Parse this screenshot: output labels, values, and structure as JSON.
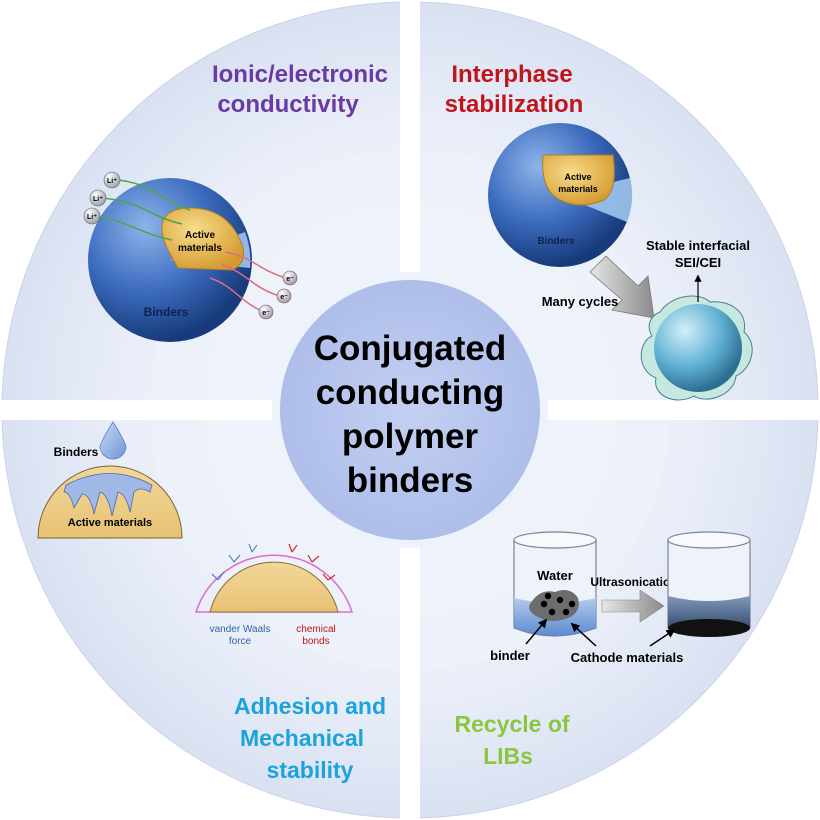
{
  "center": {
    "lines": [
      "Conjugated",
      "conducting",
      "polymer",
      "binders"
    ]
  },
  "q1": {
    "title_lines": [
      "Ionic/electronic",
      "conductivity"
    ],
    "li_labels": [
      "Li⁺",
      "Li⁺",
      "Li⁺"
    ],
    "e_labels": [
      "e⁻",
      "e⁻",
      "e⁻"
    ],
    "active_lines": [
      "Active",
      "materials"
    ],
    "binders": "Binders"
  },
  "q2": {
    "title_lines": [
      "Interphase",
      "stabilization"
    ],
    "active_lines": [
      "Active",
      "materials"
    ],
    "binders": "Binders",
    "many_cycles": "Many cycles",
    "stable_lines": [
      "Stable interfacial",
      "SEI/CEI"
    ]
  },
  "q3": {
    "binders": "Binders",
    "active_materials": "Active materials",
    "vdw_lines": [
      "vander Waals",
      "force"
    ],
    "chem_lines": [
      "chemical",
      "bonds"
    ],
    "title_lines": [
      "Adhesion and",
      "Mechanical",
      "stability"
    ]
  },
  "q4": {
    "water": "Water",
    "ultrasonication": "Ultrasonication",
    "binder": "binder",
    "cathode": "Cathode materials",
    "title_lines": [
      "Recycle of",
      "LIBs"
    ]
  },
  "colors": {
    "q1_title": "#6a3aa3",
    "q2_title": "#c0161b",
    "q3_title": "#1ba3de",
    "q4_title": "#8cc63f",
    "ring": "#dde5f4",
    "center": "#b6c5ee",
    "core_gold": "#e3b24f",
    "sphere_blue": "#2f5fb0"
  }
}
